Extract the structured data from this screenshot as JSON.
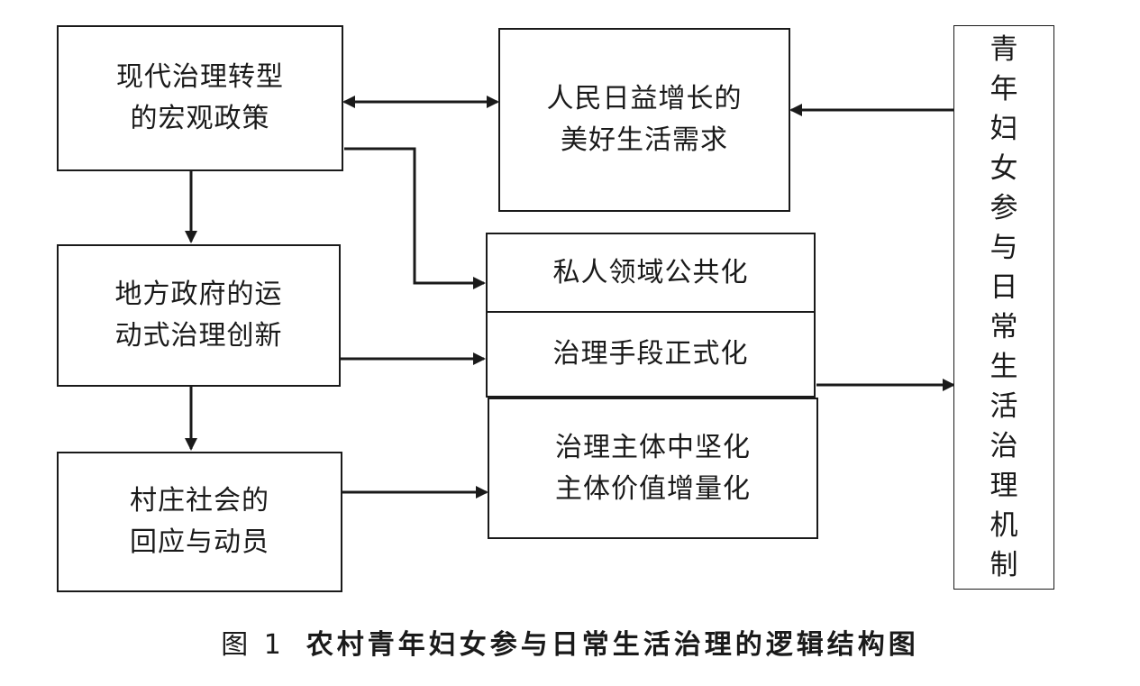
{
  "boxes": {
    "macro_policy": "现代治理转型\n的宏观政策",
    "people_needs": "人民日益增长的\n美好生活需求",
    "local_gov": "地方政府的运\n动式治理创新",
    "village_response": "村庄社会的\n回应与动员",
    "private_public": "私人领域公共化",
    "formalization": "治理手段正式化",
    "subject_value": "治理主体中坚化\n主体价值增量化",
    "mechanism": [
      "青",
      "年",
      "妇",
      "女",
      "参",
      "与",
      "日",
      "常",
      "生",
      "活",
      "治",
      "理",
      "机",
      "制"
    ]
  },
  "caption": {
    "number": "图 1",
    "title": "农村青年妇女参与日常生活治理的逻辑结构图"
  }
}
